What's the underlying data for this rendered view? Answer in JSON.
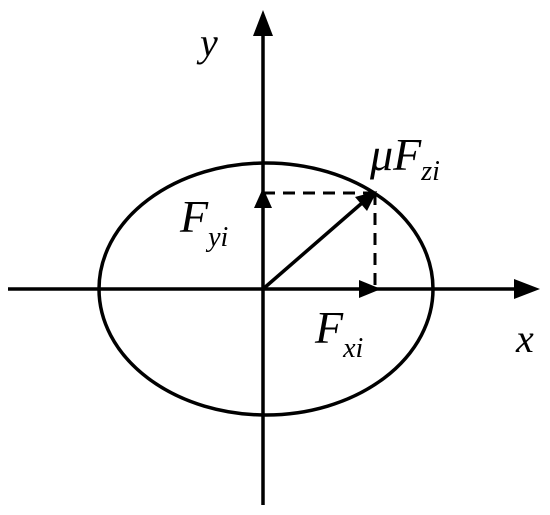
{
  "diagram": {
    "axes": {
      "x_label": "x",
      "y_label": "y"
    },
    "vectors": {
      "resultant": {
        "symbol": "μ",
        "main": "F",
        "subscript": "zi"
      },
      "x_component": {
        "main": "F",
        "subscript": "xi"
      },
      "y_component": {
        "main": "F",
        "subscript": "yi"
      }
    },
    "colors": {
      "stroke": "#000000",
      "background": "#ffffff"
    }
  }
}
